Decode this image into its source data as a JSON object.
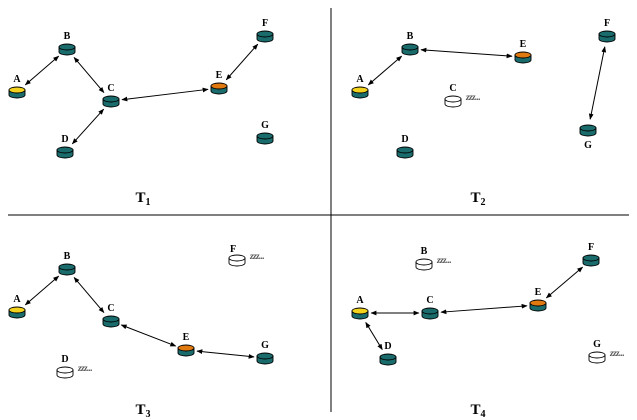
{
  "colors": {
    "background": "#ffffff",
    "divider": "#000000",
    "active_node": "#1a6b6b",
    "node_A": "#f2d21c",
    "node_E": "#e07a10",
    "sleeping_node": "#ffffff"
  },
  "sleep_marker": "zzz...",
  "panels": [
    {
      "title_main": "T",
      "title_sub": "1",
      "nodes": [
        {
          "id": "A",
          "label": "A",
          "state": "active",
          "color": "node_A"
        },
        {
          "id": "B",
          "label": "B",
          "state": "active",
          "color": "active_node"
        },
        {
          "id": "C",
          "label": "C",
          "state": "active",
          "color": "active_node"
        },
        {
          "id": "D",
          "label": "D",
          "state": "active",
          "color": "active_node"
        },
        {
          "id": "E",
          "label": "E",
          "state": "active",
          "color": "node_E"
        },
        {
          "id": "F",
          "label": "F",
          "state": "active",
          "color": "active_node"
        },
        {
          "id": "G",
          "label": "G",
          "state": "active",
          "color": "active_node"
        }
      ],
      "links": [
        [
          "A",
          "B"
        ],
        [
          "B",
          "C"
        ],
        [
          "C",
          "D"
        ],
        [
          "C",
          "E"
        ],
        [
          "E",
          "F"
        ]
      ]
    },
    {
      "title_main": "T",
      "title_sub": "2",
      "nodes": [
        {
          "id": "A",
          "label": "A",
          "state": "active",
          "color": "node_A"
        },
        {
          "id": "B",
          "label": "B",
          "state": "active",
          "color": "active_node"
        },
        {
          "id": "C",
          "label": "C",
          "state": "sleeping",
          "color": "sleeping_node"
        },
        {
          "id": "D",
          "label": "D",
          "state": "active",
          "color": "active_node"
        },
        {
          "id": "E",
          "label": "E",
          "state": "active",
          "color": "node_E"
        },
        {
          "id": "F",
          "label": "F",
          "state": "active",
          "color": "active_node"
        },
        {
          "id": "G",
          "label": "G",
          "state": "active",
          "color": "active_node"
        }
      ],
      "links": [
        [
          "A",
          "B"
        ],
        [
          "B",
          "E"
        ],
        [
          "F",
          "G"
        ]
      ]
    },
    {
      "title_main": "T",
      "title_sub": "3",
      "nodes": [
        {
          "id": "A",
          "label": "A",
          "state": "active",
          "color": "node_A"
        },
        {
          "id": "B",
          "label": "B",
          "state": "active",
          "color": "active_node"
        },
        {
          "id": "C",
          "label": "C",
          "state": "active",
          "color": "active_node"
        },
        {
          "id": "D",
          "label": "D",
          "state": "sleeping",
          "color": "sleeping_node"
        },
        {
          "id": "E",
          "label": "E",
          "state": "active",
          "color": "node_E"
        },
        {
          "id": "F",
          "label": "F",
          "state": "sleeping",
          "color": "sleeping_node"
        },
        {
          "id": "G",
          "label": "G",
          "state": "active",
          "color": "active_node"
        }
      ],
      "links": [
        [
          "A",
          "B"
        ],
        [
          "B",
          "C"
        ],
        [
          "C",
          "E"
        ],
        [
          "E",
          "G"
        ]
      ]
    },
    {
      "title_main": "T",
      "title_sub": "4",
      "nodes": [
        {
          "id": "A",
          "label": "A",
          "state": "active",
          "color": "node_A"
        },
        {
          "id": "B",
          "label": "B",
          "state": "sleeping",
          "color": "sleeping_node"
        },
        {
          "id": "C",
          "label": "C",
          "state": "active",
          "color": "active_node"
        },
        {
          "id": "D",
          "label": "D",
          "state": "active",
          "color": "active_node"
        },
        {
          "id": "E",
          "label": "E",
          "state": "active",
          "color": "node_E"
        },
        {
          "id": "F",
          "label": "F",
          "state": "active",
          "color": "active_node"
        },
        {
          "id": "G",
          "label": "G",
          "state": "sleeping",
          "color": "sleeping_node"
        }
      ],
      "links": [
        [
          "A",
          "C"
        ],
        [
          "C",
          "E"
        ],
        [
          "E",
          "F"
        ],
        [
          "A",
          "D"
        ]
      ]
    }
  ]
}
